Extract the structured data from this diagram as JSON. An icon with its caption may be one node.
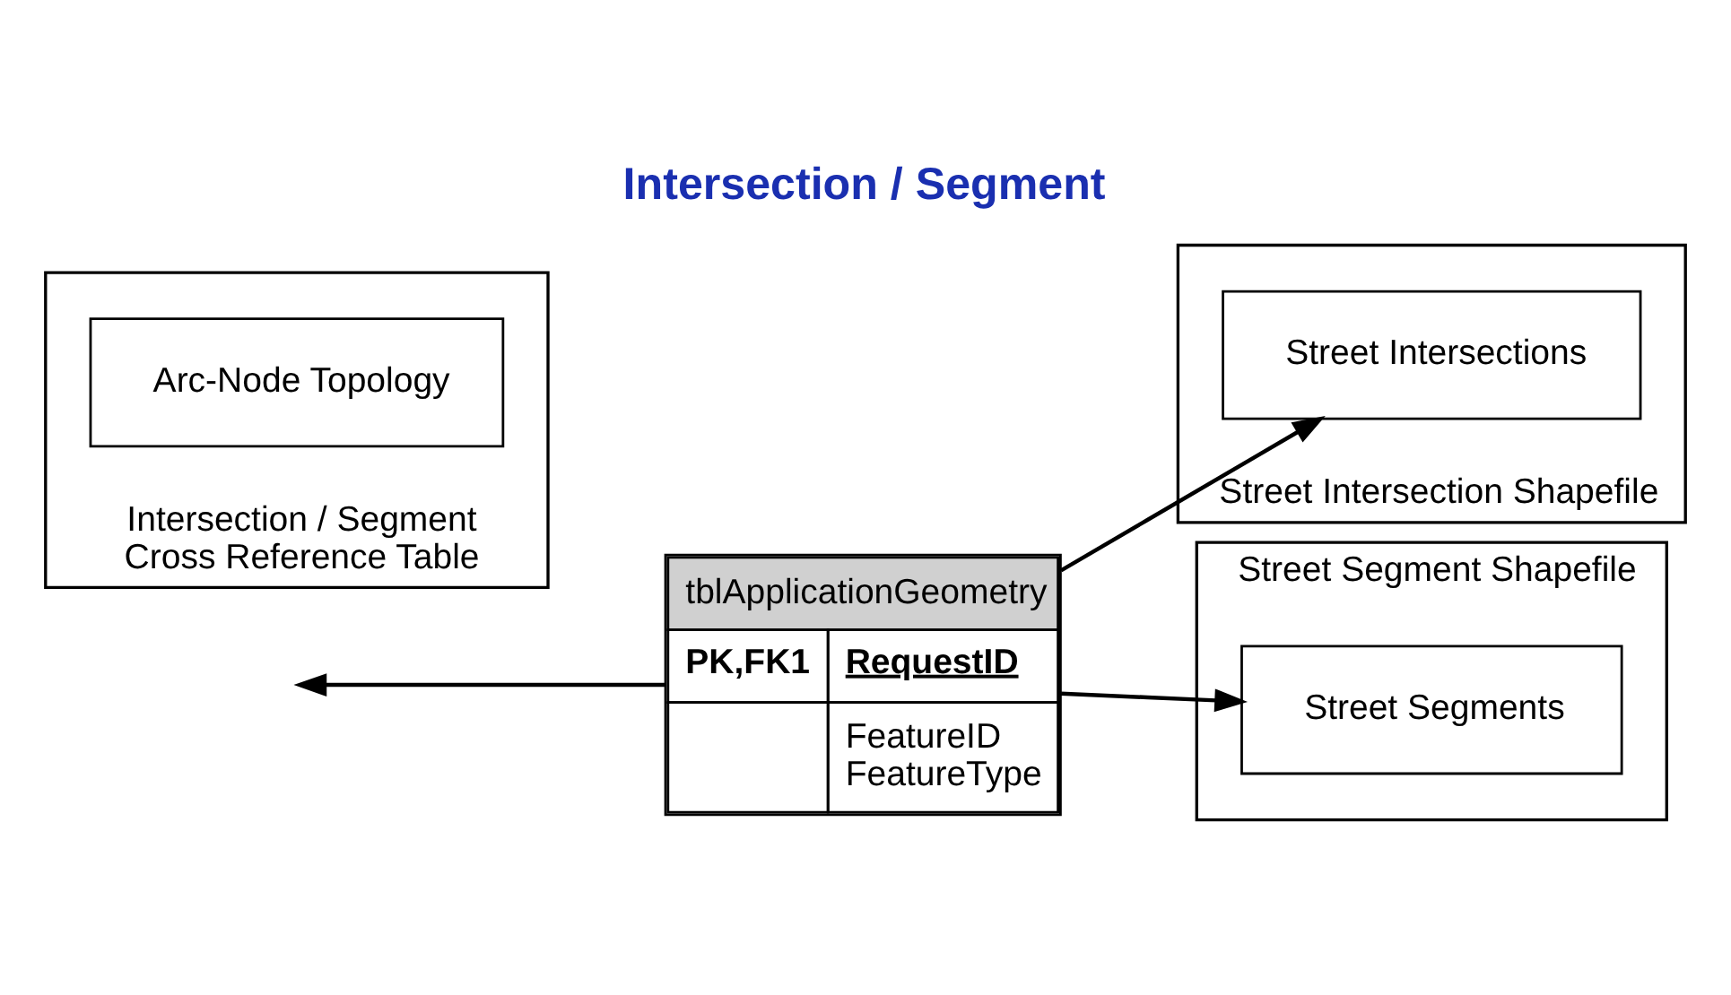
{
  "diagram": {
    "title": "Intersection / Segment",
    "nodes": [
      {
        "text": [
          "tblApplicationGeometry",
          "PK,FK1",
          "RequestID",
          "FeatureID FeatureType"
        ]
      },
      {
        "text": [
          "Street Intersection Shapefile"
        ]
      },
      {
        "text": [
          "Street Intersections"
        ],
        "in": 1
      },
      {
        "text": [
          "Street Segment Shapefile"
        ]
      },
      {
        "text": [
          "Street Segments"
        ],
        "in": 3
      },
      {
        "text": [
          "Intersection / Segment Cross Reference Table"
        ]
      },
      {
        "text": [
          "Arc-Node Topology"
        ],
        "in": 5
      }
    ],
    "edges": [
      {
        "from": 0,
        "to": 2,
        "arrow": "to"
      },
      {
        "from": 0,
        "to": 4,
        "arrow": "to"
      },
      {
        "from": 0,
        "to": null,
        "arrow": "to"
      }
    ]
  }
}
